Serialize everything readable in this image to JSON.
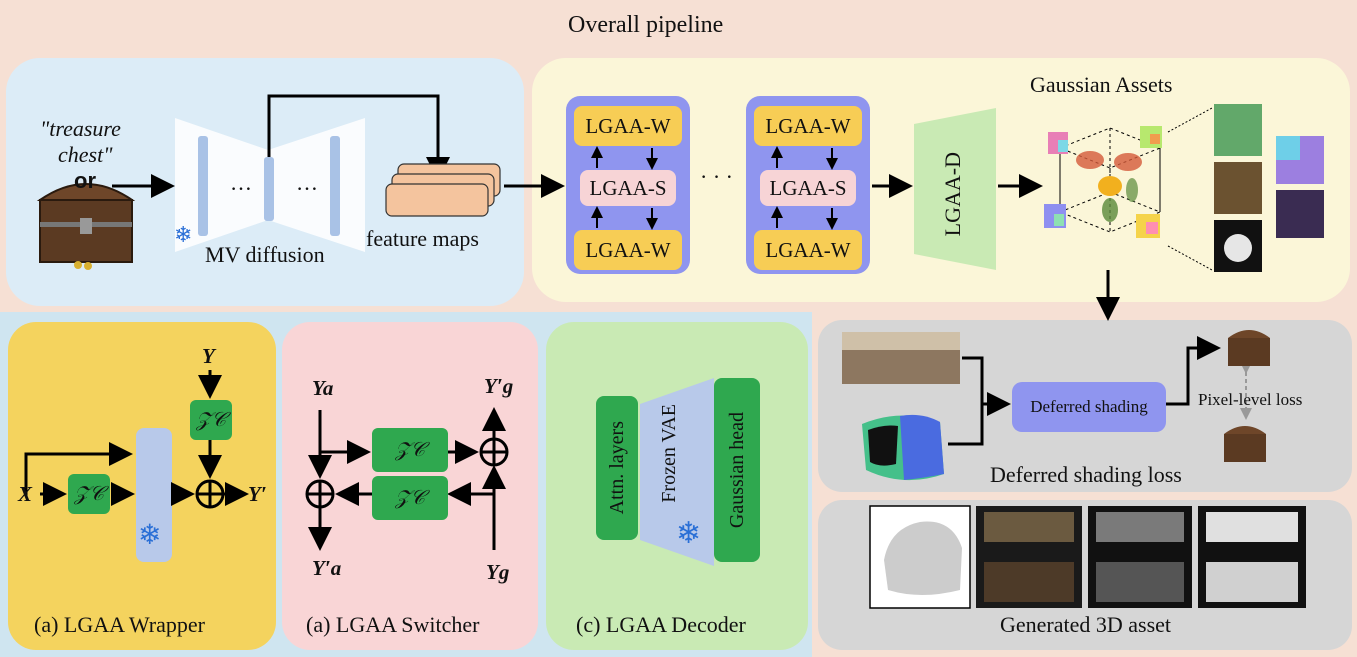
{
  "title": "Overall pipeline",
  "pipeline": {
    "prompt_line1": "\"treasure",
    "prompt_line2": "chest\"",
    "or_label": "or",
    "dots": "…",
    "mv_label": "MV diffusion",
    "feature_label": "feature maps",
    "lgaa_w": "LGAA-W",
    "lgaa_s": "LGAA-S",
    "ellipsis": "· · ·",
    "lgaa_d": "LGAA-D",
    "gaussian_assets": "Gaussian Assets"
  },
  "shading": {
    "box_label": "Deferred shading",
    "pixel_loss": "Pixel-level loss",
    "title": "Deferred shading loss"
  },
  "generated": {
    "title": "Generated 3D asset"
  },
  "wrapper": {
    "title": "(a) LGAA Wrapper",
    "in_x": "X",
    "in_y": "Y",
    "out": "Y′",
    "zc": "𝒵𝒞"
  },
  "switcher": {
    "title": "(a) LGAA Switcher",
    "ya": "Ya",
    "yg_out": "Y′g",
    "ya_out": "Y′a",
    "yg": "Yg",
    "zc": "𝒵𝒞"
  },
  "decoder": {
    "title": "(c) LGAA Decoder",
    "attn": "Attn. layers",
    "vae": "Frozen VAE",
    "head": "Gaussian head"
  },
  "colors": {
    "bg": "#f6e0d4",
    "mv_panel": "#dcecf7",
    "lgaa_panel": "#fbf6d8",
    "lgaa_block": "#8f95ef",
    "lgaa_w": "#f7cd55",
    "lgaa_s": "#f7d4d6",
    "zc": "#2fa84f",
    "decoder_green": "#c9eab4",
    "gray_panel": "#d6d6d6"
  },
  "icons": [
    "snowflake-icon",
    "treasure-chest-image",
    "environment-map-image",
    "normal-map-image"
  ]
}
